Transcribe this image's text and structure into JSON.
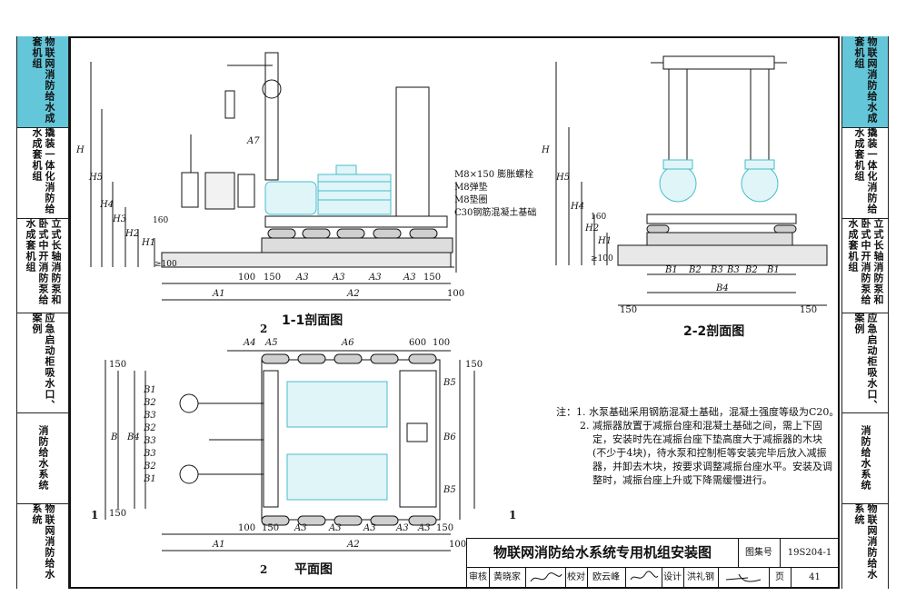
{
  "left_tabs": [
    {
      "label": "物联网消防给水成套机组",
      "active": true
    },
    {
      "label": "撬装一体化消防给水成套机组",
      "active": false
    },
    {
      "label": "立式长轴消防泵和卧式中开消防泵给水成套机组",
      "active": false
    },
    {
      "label": "应急启动柜吸水口、案例",
      "active": false
    },
    {
      "label": "消防给水系统",
      "active": false
    },
    {
      "label": "物联网消防给水系统",
      "active": false
    }
  ],
  "right_tabs": [
    {
      "label": "物联网消防给水成套机组",
      "active": true
    },
    {
      "label": "撬装一体化消防给水成套机组",
      "active": false
    },
    {
      "label": "立式长轴消防泵和卧式中开消防泵给水成套机组",
      "active": false
    },
    {
      "label": "应急启动柜吸水口、案例",
      "active": false
    },
    {
      "label": "消防给水系统",
      "active": false
    },
    {
      "label": "物联网消防给水系统",
      "active": false
    }
  ],
  "section_11": {
    "title": "1-1剖面图",
    "callouts": [
      "M8×150 膨胀螺栓",
      "M8弹垫",
      "M8垫圈",
      "C30钢筋混凝土基础"
    ],
    "vert_dims": [
      "H",
      "H5",
      "H4",
      "H3",
      "H2",
      "H1",
      "160",
      "A7",
      "≥100"
    ],
    "bottom_dims": [
      "100",
      "150",
      "A3",
      "A3",
      "A3",
      "A3",
      "150",
      "A1",
      "A2",
      "100"
    ]
  },
  "section_22": {
    "title": "2-2剖面图",
    "vert_dims": [
      "H",
      "H5",
      "H4",
      "H2",
      "H1",
      "160",
      "≥100"
    ],
    "bottom_dims": [
      "B1",
      "B2",
      "B3",
      "B3",
      "B2",
      "B1",
      "B4",
      "150",
      "150"
    ]
  },
  "plan": {
    "title": "平面图",
    "top_dims": [
      "A4",
      "A5",
      "A6",
      "600",
      "100"
    ],
    "left_dims": [
      "150",
      "B1",
      "B2",
      "B3",
      "B2",
      "B3",
      "B3",
      "B2",
      "B1",
      "B",
      "B4",
      "150"
    ],
    "right_dims": [
      "150",
      "B5",
      "B6",
      "B5"
    ],
    "bottom_dims": [
      "100",
      "150",
      "A3",
      "A3",
      "A3",
      "A3",
      "A3",
      "150",
      "A1",
      "A2",
      "100"
    ],
    "cut_marks": [
      "2",
      "2",
      "1",
      "1"
    ]
  },
  "notes": {
    "label": "注：",
    "items": [
      "1. 水泵基础采用钢筋混凝土基础，混凝土强度等级为C20。",
      "2. 减振器放置于减振台座和混凝土基础之间，需上下固",
      "    定，安装时先在减振台座下垫高度大于减振器的木块",
      "    (不少于4块)，待水泵和控制柜等安装完毕后放入减振",
      "    器，并卸去木块，按要求调整减振台座水平。安装及调",
      "    整时，减振台座上升或下降需缓慢进行。"
    ]
  },
  "title_block": {
    "title": "物联网消防给水系统专用机组安装图",
    "atlas_label": "图集号",
    "atlas_no": "19S204-1",
    "review_label": "审核",
    "reviewer": "黄晓家",
    "check_label": "校对",
    "checker": "欧云峰",
    "design_label": "设计",
    "designer": "洪礼钢",
    "page_label": "页",
    "page_no": "41"
  },
  "colors": {
    "accent_tab": "#63c6d9",
    "equipment": "#6fd3de",
    "line": "#111111"
  }
}
